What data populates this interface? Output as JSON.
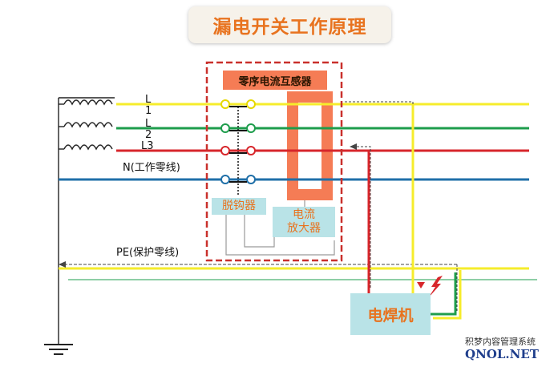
{
  "title": "漏电开关工作原理",
  "ct_label": "零序电流互感器",
  "lines": {
    "l1": "L\n1",
    "l2": "L\n2",
    "l3": "L3",
    "neutral": "N(工作零线)",
    "pe": "PE(保护零线)"
  },
  "trip_label": "脱钩器",
  "amplifier_label": "电流\n放大器",
  "welder_label": "电焊机",
  "watermark": {
    "line1": "积梦内容管理系统",
    "line2": "QNOL.NET"
  },
  "colors": {
    "phase_l1": "#f6ec2b",
    "phase_l2": "#1e9d4c",
    "phase_l3": "#d7262b",
    "neutral": "#1f6fa8",
    "pe": "#f6ec2b",
    "breaker_border": "#c9302c",
    "ct_core": "#f57c55",
    "title_text": "#e8731f",
    "box_fill": "#b9e3e7"
  },
  "icons": [
    "transformer-coil-icon",
    "ground-icon",
    "spark-icon"
  ]
}
